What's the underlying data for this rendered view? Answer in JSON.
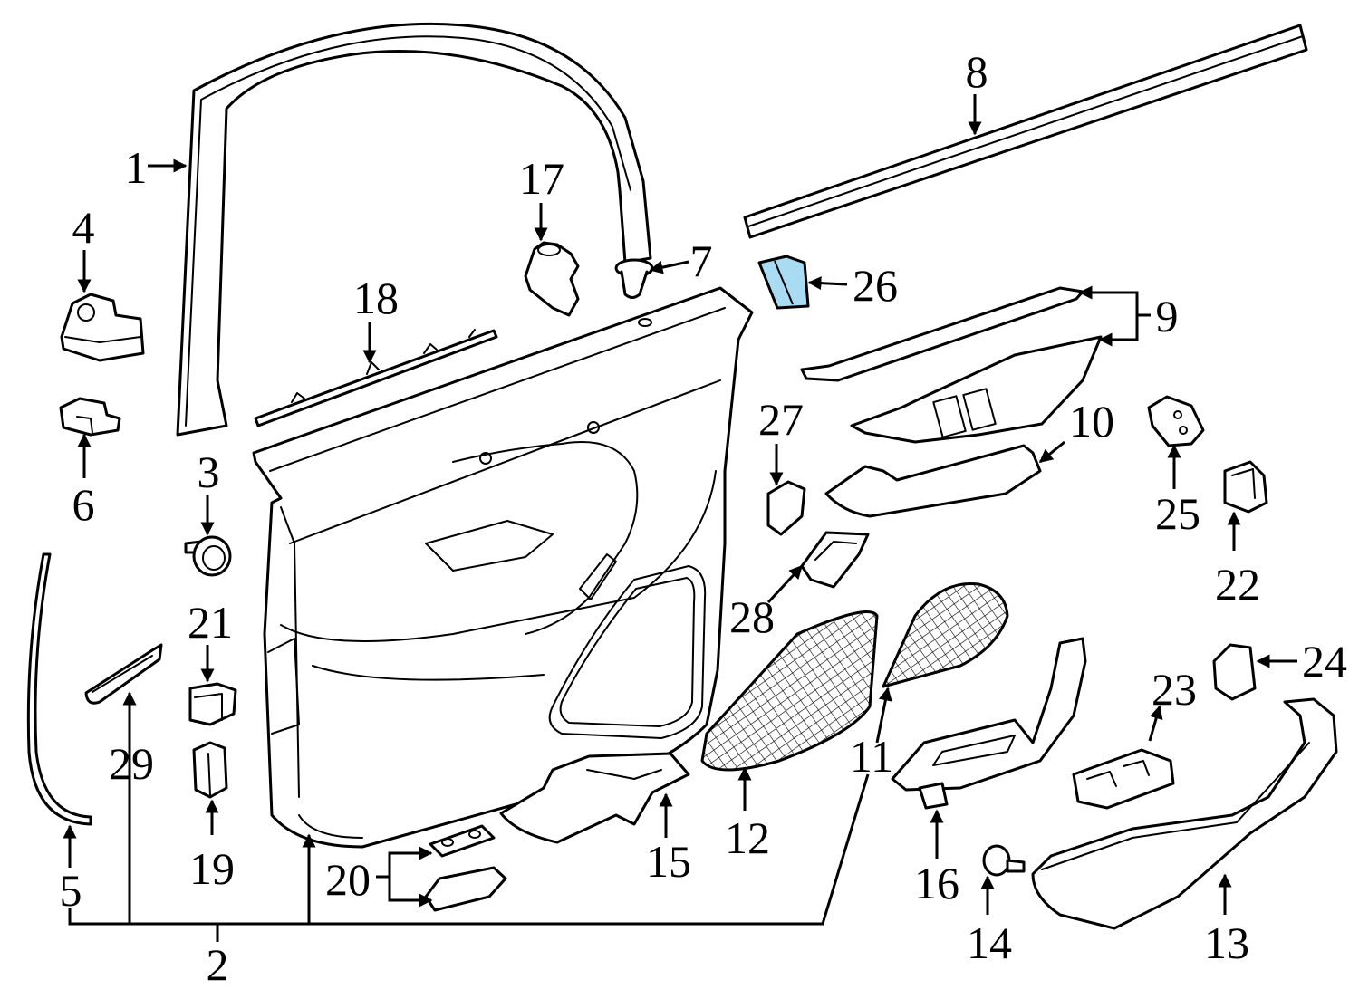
{
  "diagram": {
    "highlight_color": "#a9dcf2",
    "line_color": "#000000",
    "background_color": "#ffffff",
    "highlighted_part": "26",
    "callouts": {
      "c1": "1",
      "c2": "2",
      "c3": "3",
      "c4": "4",
      "c5": "5",
      "c6": "6",
      "c7": "7",
      "c8": "8",
      "c9": "9",
      "c10": "10",
      "c11": "11",
      "c12": "12",
      "c13": "13",
      "c14": "14",
      "c15": "15",
      "c16": "16",
      "c17": "17",
      "c18": "18",
      "c19": "19",
      "c20": "20",
      "c21": "21",
      "c22": "22",
      "c23": "23",
      "c24": "24",
      "c25": "25",
      "c26": "26",
      "c27": "27",
      "c28": "28",
      "c29": "29"
    }
  }
}
